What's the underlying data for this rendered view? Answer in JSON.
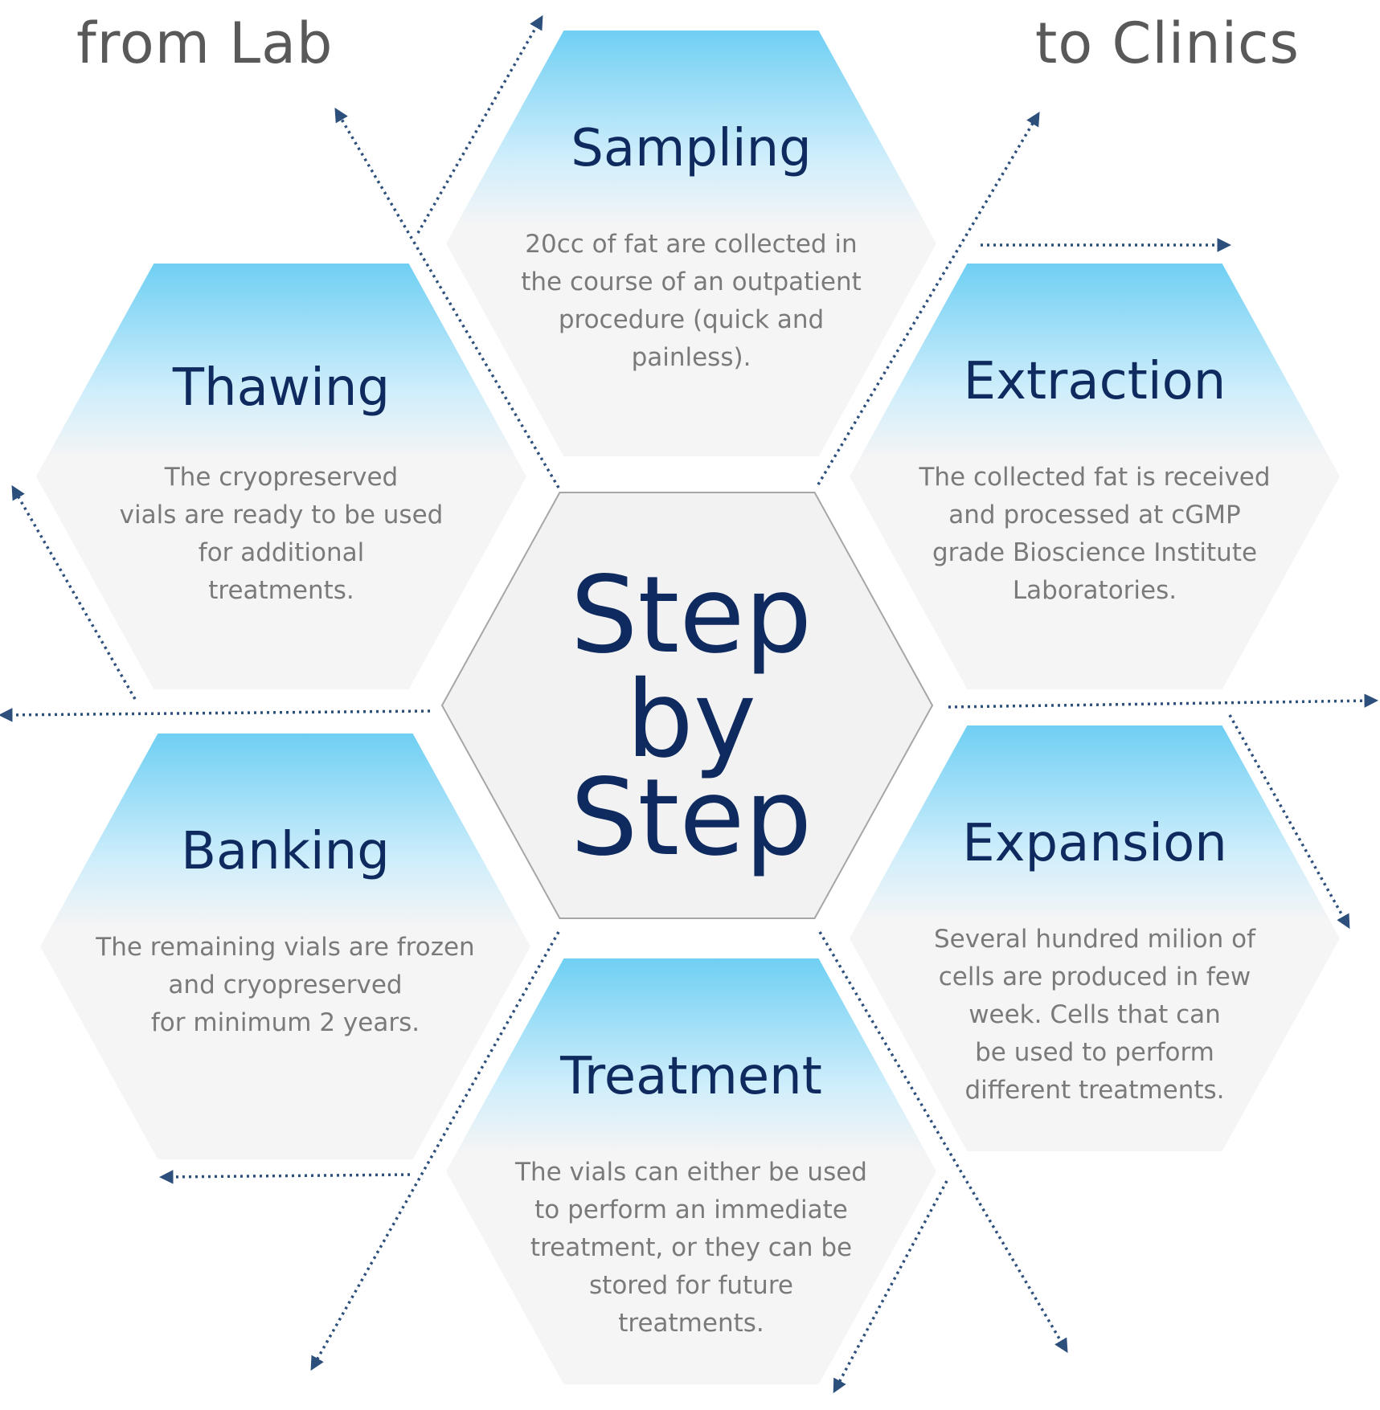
{
  "header": {
    "left_label": "from Lab",
    "right_label": "to Clinics"
  },
  "center": {
    "lines": [
      "Step",
      "by",
      "Step"
    ]
  },
  "steps": [
    {
      "title": "Sampling",
      "lines": [
        "20cc of fat are collected in",
        "the course of an outpatient",
        "procedure (quick and",
        "painless)."
      ]
    },
    {
      "title": "Extraction",
      "lines": [
        "The collected fat is received",
        "and processed at cGMP",
        "grade Bioscience Institute",
        "Laboratories."
      ]
    },
    {
      "title": "Expansion",
      "lines": [
        "Several hundred milion of",
        "cells are produced in few",
        "week. Cells that can",
        "be used to perform",
        "different treatments."
      ]
    },
    {
      "title": "Treatment",
      "lines": [
        "The vials can either be used",
        "to perform an immediate",
        "treatment, or they can be",
        "stored for future",
        "treatments."
      ]
    },
    {
      "title": "Banking",
      "lines": [
        "The remaining vials are frozen",
        "and cryopreserved",
        "for minimum 2 years."
      ]
    },
    {
      "title": "Thawing",
      "lines": [
        "The cryopreserved",
        "vials are ready to be used",
        "for additional",
        "treatments."
      ]
    }
  ],
  "colors": {
    "hex_top": "#6fcff3",
    "hex_bottom": "#f5f5f5",
    "title": "#0f2a5f",
    "body_text": "#7a7a7a",
    "arrow": "#2c4f7c",
    "center_fill": "#f2f2f2",
    "center_stroke": "#a6a6a6"
  }
}
